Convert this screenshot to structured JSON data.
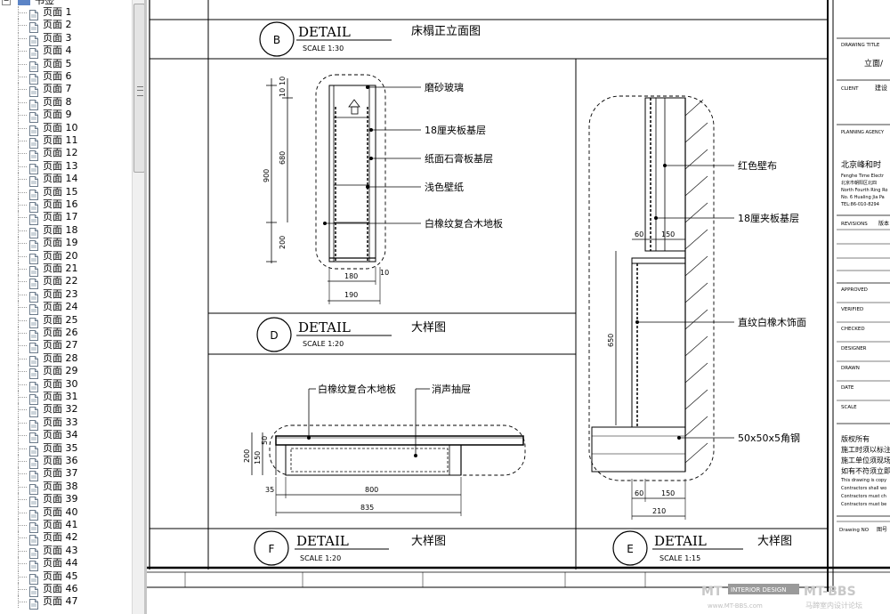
{
  "sidebar": {
    "root_label": "书签",
    "pages": [
      "页面 1",
      "页面 2",
      "页面 3",
      "页面 4",
      "页面 5",
      "页面 6",
      "页面 7",
      "页面 8",
      "页面 9",
      "页面 10",
      "页面 11",
      "页面 12",
      "页面 13",
      "页面 14",
      "页面 15",
      "页面 16",
      "页面 17",
      "页面 18",
      "页面 19",
      "页面 20",
      "页面 21",
      "页面 22",
      "页面 23",
      "页面 24",
      "页面 25",
      "页面 26",
      "页面 27",
      "页面 28",
      "页面 29",
      "页面 30",
      "页面 31",
      "页面 32",
      "页面 33",
      "页面 34",
      "页面 35",
      "页面 36",
      "页面 37",
      "页面 38",
      "页面 39",
      "页面 40",
      "页面 41",
      "页面 42",
      "页面 43",
      "页面 44",
      "页面 45",
      "页面 46",
      "页面 47"
    ]
  },
  "details": {
    "B": {
      "marker": "B",
      "label": "DETAIL",
      "scale": "SCALE 1:30",
      "title": "床榻正立面图"
    },
    "D": {
      "marker": "D",
      "label": "DETAIL",
      "scale": "SCALE 1:20",
      "title": "大样图"
    },
    "F": {
      "marker": "F",
      "label": "DETAIL",
      "scale": "SCALE 1:20",
      "title": "大样图"
    },
    "E": {
      "marker": "E",
      "label": "DETAIL",
      "scale": "SCALE 1:15",
      "title": "大样图"
    }
  },
  "callouts_b": [
    "磨砂玻璃",
    "18厘夹板基层",
    "纸面石膏板基层",
    "浅色壁纸",
    "白橡纹复合木地板"
  ],
  "dims_b": {
    "v1": "900",
    "v2": "680",
    "v3": "200",
    "t1": "10",
    "t2": "10",
    "h1": "180",
    "h2": "190",
    "h3": "10"
  },
  "callouts_e": [
    "红色壁布",
    "18厘夹板基层",
    "直纹白橡木饰面",
    "50x50x5角钢"
  ],
  "dims_e": {
    "a": "60",
    "b": "150",
    "c": "650",
    "d": "60",
    "e": "150",
    "f": "210"
  },
  "callouts_f": [
    "白橡纹复合木地板",
    "消声抽屉"
  ],
  "dims_f": {
    "a": "200",
    "b": "150",
    "c": "50",
    "d": "35",
    "e": "800",
    "f": "835"
  },
  "title_block": {
    "drawing_title_label": "DRAWING TITLE",
    "drawing_title_value": "立面/",
    "client_label": "CLIENT",
    "client_value": "建设",
    "planning_label": "PLANNING AGENCY",
    "company_cn": "北京峰和时",
    "company_lines": [
      "Fenghe Time Electr",
      "北京市朝阳区北四",
      "North Fourth Ring Ro",
      "No. 6 Hualing Jia Pa",
      "TEL:86-010-8294"
    ],
    "revisions_label": "REVISIONS",
    "revisions_value": "版本",
    "rows": [
      "APPROVED",
      "VERIFIED",
      "CHECKED",
      "DESIGNER",
      "DRAWN",
      "DATE",
      "SCALE"
    ],
    "copyright_cn": [
      "版权所有",
      "施工时须以标注",
      "施工单位须现场",
      "如有不符须立即"
    ],
    "copyright_en": [
      "This drawing is copy",
      "Contractors shall wo",
      "Contractors must ch",
      "Contractors must be"
    ],
    "drawing_no_label": "Drawing NO",
    "drawing_no_value": "图号"
  },
  "watermark": {
    "brand_left": "MT",
    "badge": "INTERIOR DESIGN",
    "brand_right": "MT-BBS",
    "url": "www.MT-BBS.com",
    "tagline": "马蹄室内设计论坛"
  }
}
